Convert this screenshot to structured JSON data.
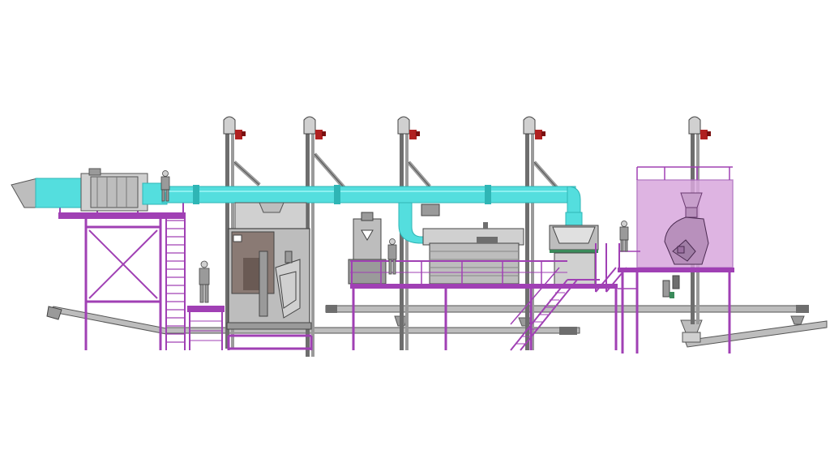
{
  "diagram": {
    "kind": "industrial-plant-elevation",
    "colors": {
      "structure": "#a040b4",
      "structure_dark": "#7a2a8c",
      "duct": "#54dede",
      "duct_dark": "#2fb5b5",
      "steel": "#6e6e6e",
      "steel_light": "#bdbdbd",
      "steel_mid": "#9a9a9a",
      "cabinet": "#8a7a74",
      "motor_red": "#b02020",
      "enclosure": "#d9a8dd",
      "bin_green": "#3a8a5a"
    },
    "elevators": [
      {
        "name": "bucket-elevator-1"
      },
      {
        "name": "bucket-elevator-2"
      },
      {
        "name": "bucket-elevator-3"
      },
      {
        "name": "bucket-elevator-4"
      },
      {
        "name": "bucket-elevator-5"
      }
    ],
    "workers_count": 4
  }
}
